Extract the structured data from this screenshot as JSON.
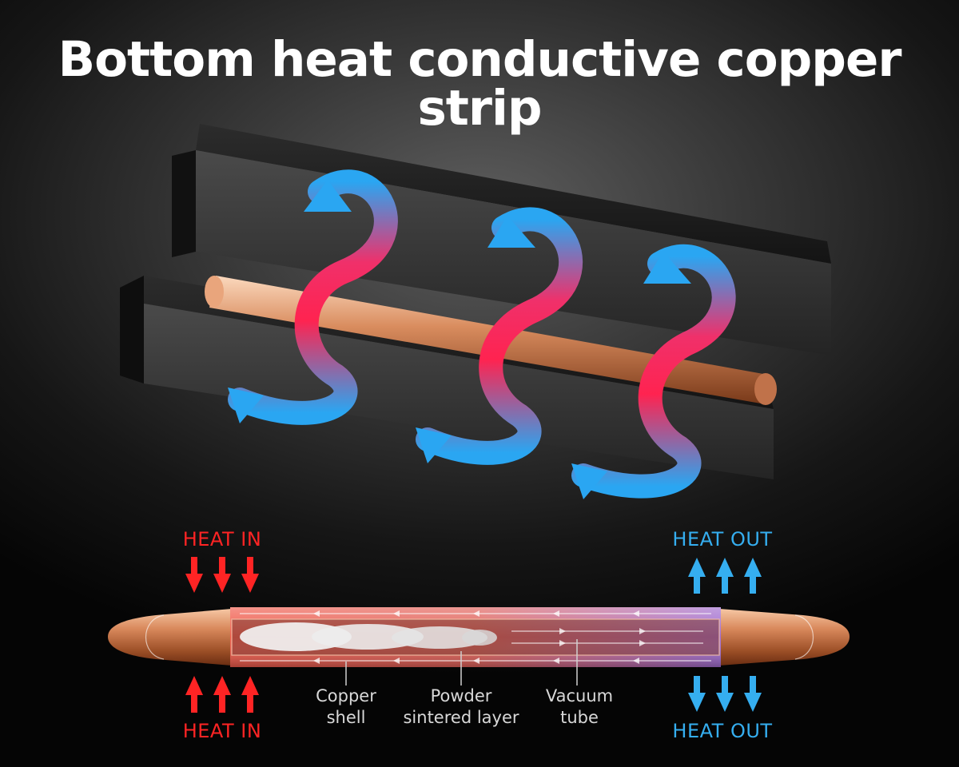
{
  "title": "Bottom heat conductive copper strip",
  "heat_in_top": "HEAT IN",
  "heat_in_bottom": "HEAT IN",
  "heat_out_top": "HEAT OUT",
  "heat_out_bottom": "HEAT OUT",
  "parts": {
    "copper_shell": {
      "line1": "Copper",
      "line2": "shell"
    },
    "powder_layer": {
      "line1": "Powder",
      "line2": "sintered layer"
    },
    "vacuum_tube": {
      "line1": "Vacuum",
      "line2": "tube"
    }
  },
  "colors": {
    "heat_in": "#ff2424",
    "heat_out": "#35aef0",
    "copper": "#d9895c",
    "heatsink": "#1e1e1e"
  },
  "icons": {
    "swirl": "airflow-swirl-icon",
    "arrow_down": "arrow-down-icon",
    "arrow_up": "arrow-up-icon"
  }
}
